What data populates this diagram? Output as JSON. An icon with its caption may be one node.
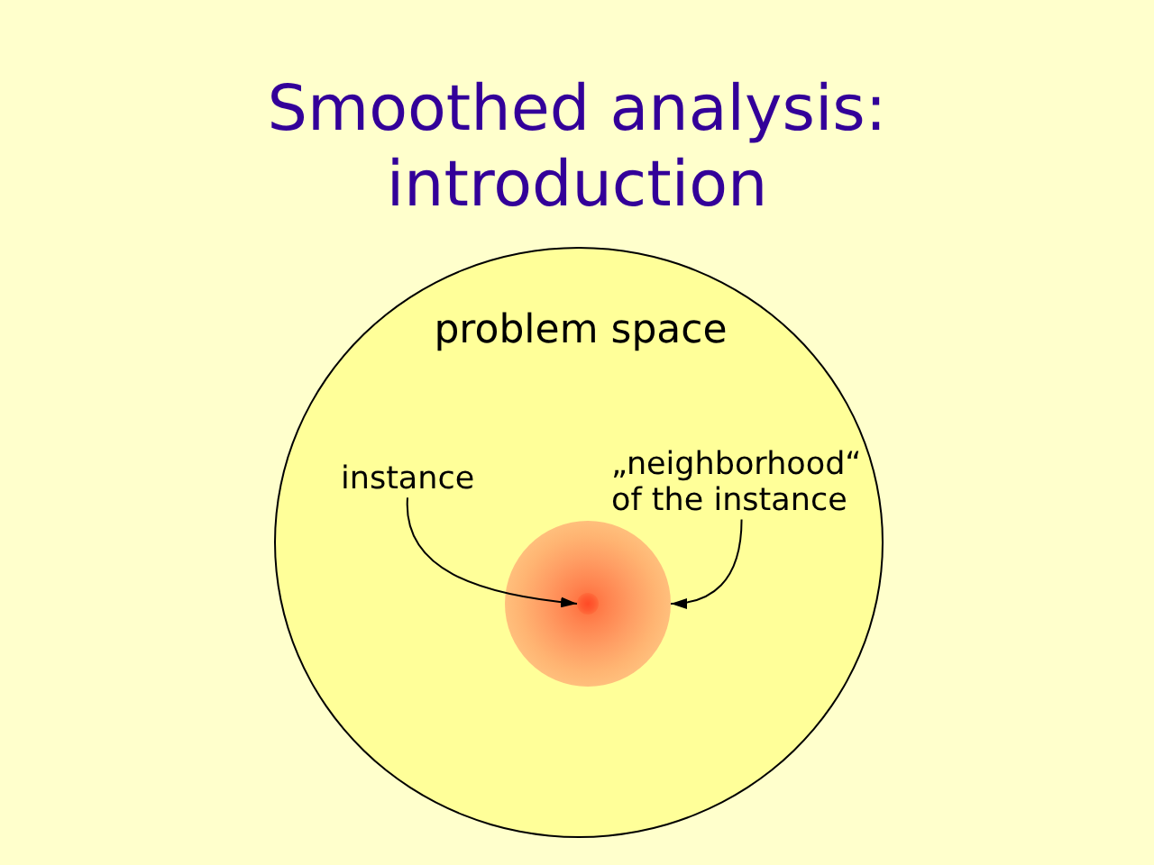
{
  "diagram": {
    "title": "Smoothed analysis: introduction",
    "nodes": [
      {
        "text": [
          "problem space"
        ]
      },
      {
        "text": [
          "instance"
        ],
        "in": 0
      },
      {
        "text": [
          "„neighborhood“ of the instance"
        ],
        "in": 0
      },
      {
        "text": [],
        "shape": "circle",
        "in": 0
      },
      {
        "text": [],
        "shape": "circle",
        "in": 3
      }
    ],
    "edges": [
      {
        "from": 1,
        "to": 4,
        "arrow": "to"
      },
      {
        "from": 2,
        "to": 3,
        "arrow": "to"
      }
    ]
  }
}
